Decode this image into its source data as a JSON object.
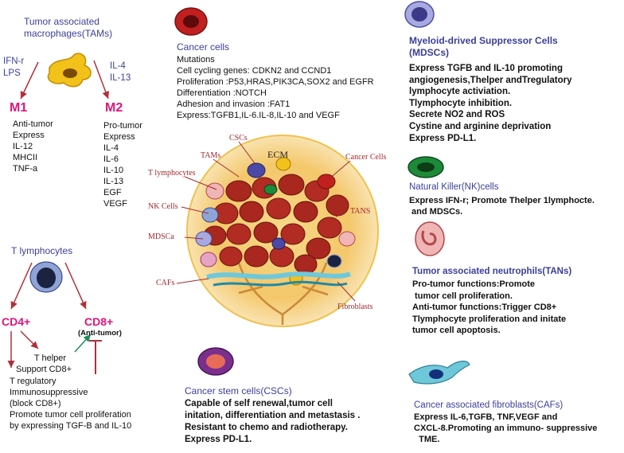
{
  "tams": {
    "title_line1": "Tumor associated",
    "title_line2": "macrophages(TAMs)",
    "left_signal": [
      "IFN-r",
      "LPS"
    ],
    "right_signal": [
      "IL-4",
      "IL-13"
    ],
    "m1": {
      "label": "M1",
      "items": [
        "Anti-tumor",
        "Express",
        "IL-12",
        "MHCII",
        "TNF-a"
      ]
    },
    "m2": {
      "label": "M2",
      "items": [
        "Pro-tumor",
        "Express",
        "IL-4",
        "IL-6",
        "IL-10",
        "IL-13",
        "EGF",
        "VEGF"
      ]
    }
  },
  "tlymph": {
    "title": "T lymphocytes",
    "cd4": "CD4+",
    "cd8": "CD8+",
    "cd8_note": "(Anti-tumor)",
    "helper": [
      "T helper",
      "Support CD8+"
    ],
    "lines": [
      "T regulatory",
      "Immunosuppressive",
      "(block CD8+)",
      "Promote tumor cell proliferation",
      "by expressing TGF-B and IL-10"
    ]
  },
  "cancer_cells": {
    "title": "Cancer cells",
    "lines": [
      "Mutations",
      "Cell cycling genes: CDKN2 and CCND1",
      "Proliferation :P53,HRAS,PIK3CA,SOX2 and EGFR",
      "Differentiation :NOTCH",
      "Adhesion and invasion :FAT1",
      "Express:TGFB1,IL-6.IL-8,IL-10 and VEGF"
    ]
  },
  "tme": {
    "center": "ECM",
    "labels": {
      "tams": "TAMs",
      "cscs": "CSCs",
      "cancer_cells": "Cancer Cells",
      "t_lymphocytes": "T lymphocytes",
      "tans": "TANS",
      "nk_cells": "NK Cells",
      "mdscs": "MDSCa",
      "cafs": "CAFs",
      "fibroblasts": "Fibroblasts"
    }
  },
  "mdsc": {
    "title_line1": "Myeloid-drived Suppressor Cells",
    "title_line2": "(MDSCs)",
    "lines": [
      "Express TGFB and IL-10 promoting",
      "angiogenesis,Thelper andTregulatory",
      "lymphocyte activiation.",
      "Tlymphocyte inhibition.",
      "Secrete NO2 and ROS",
      "Cystine and arginine deprivation",
      "Express PD-L1."
    ]
  },
  "nk": {
    "title": "Natural Killer(NK)cells",
    "lines": [
      "Express IFN-r; Promote Thelper 1lymphocte.",
      " and MDSCs."
    ]
  },
  "tans": {
    "title": "Tumor associated neutrophils(TANs)",
    "lines": [
      "Pro-tumor functions:Promote",
      " tumor cell proliferation.",
      "Anti-tumor functions:Trigger CD8+",
      "Tlymphocyte proliferation and initate",
      "tumor cell apoptosis."
    ]
  },
  "cscs": {
    "title": "Cancer stem cells(CSCs)",
    "lines": [
      "Capable of self renewal,tumor cell",
      "initation, differentiation and metastasis .",
      "Resistant to chemo  and radiotherapy.",
      "Express PD-L1."
    ]
  },
  "cafs": {
    "title": "Cancer associated fibroblasts(CAFs)",
    "lines": [
      "Express IL-6,TGFB, TNF,VEGF and",
      "CXCL-8.Promoting an immuno- suppressive",
      "  TME."
    ]
  }
}
